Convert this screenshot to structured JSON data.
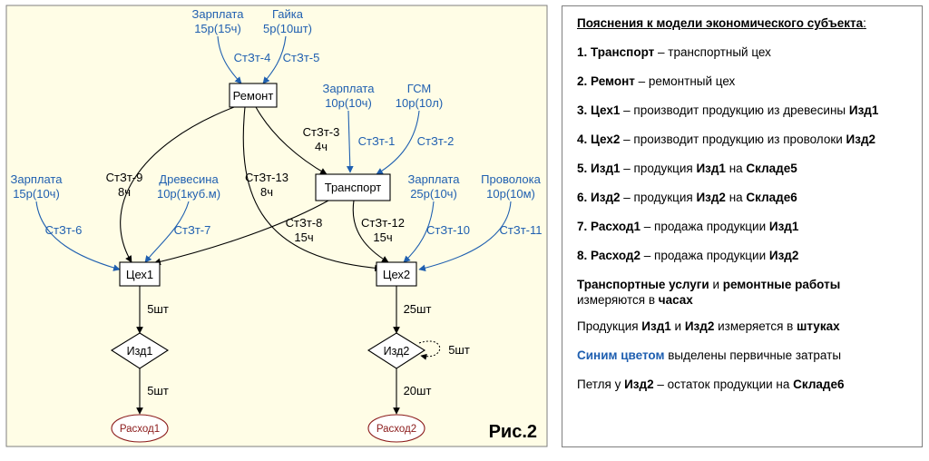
{
  "diagram": {
    "nodes": {
      "remont": "Ремонт",
      "transport": "Транспорт",
      "ceh1": "Цех1",
      "ceh2": "Цех2",
      "izd1": "Изд1",
      "izd2": "Изд2",
      "rashod1": "Расход1",
      "rashod2": "Расход2"
    },
    "primary": {
      "zp_remont": [
        "Зарплата",
        "15р(15ч)"
      ],
      "gaika": [
        "Гайка",
        "5р(10шт)"
      ],
      "zp_transport": [
        "Зарплата",
        "10р(10ч)"
      ],
      "gsm": [
        "ГСМ",
        "10р(10л)"
      ],
      "zp_ceh1": [
        "Зарплата",
        "15р(10ч)"
      ],
      "drevesina": [
        "Древесина",
        "10р(1куб.м)"
      ],
      "zp_ceh2": [
        "Зарплата",
        "25р(10ч)"
      ],
      "provoloka": [
        "Проволока",
        "10р(10м)"
      ]
    },
    "edges": {
      "st4": "СтЗт-4",
      "st5": "СтЗт-5",
      "st1": "СтЗт-1",
      "st2": "СтЗт-2",
      "st3": [
        "СтЗт-3",
        "4ч"
      ],
      "st9": [
        "СтЗт-9",
        "8ч"
      ],
      "st13": [
        "СтЗт-13",
        "8ч"
      ],
      "st6": "СтЗт-6",
      "st7": "СтЗт-7",
      "st8": [
        "СтЗт-8",
        "15ч"
      ],
      "st12": [
        "СтЗт-12",
        "15ч"
      ],
      "st10": "СтЗт-10",
      "st11": "СтЗт-11",
      "ceh1_izd1": "5шт",
      "izd1_rashod1": "5шт",
      "ceh2_izd2": "25шт",
      "izd2_loop": "5шт",
      "izd2_rashod2": "20шт"
    },
    "figure_label": "Рис.2"
  },
  "legend": {
    "title": "Пояснения к модели экономического субъекта",
    "title_suffix": ":",
    "items": [
      {
        "num": "1.",
        "term": "Транспорт",
        "text": " – транспортный цех"
      },
      {
        "num": "2.",
        "term": "Ремонт",
        "text": " – ремонтный цех"
      },
      {
        "num": "3.",
        "term": "Цех1",
        "text": " – производит продукцию из древесины ",
        "term2": "Изд1"
      },
      {
        "num": "4.",
        "term": "Цех2",
        "text": " – производит продукцию из проволоки ",
        "term2": "Изд2"
      },
      {
        "num": "5.",
        "term": "Изд1",
        "text": " – продукция ",
        "term2": "Изд1",
        "text2": " на ",
        "term3": "Складе5"
      },
      {
        "num": "6.",
        "term": "Изд2",
        "text": " – продукция ",
        "term2": "Изд2",
        "text2": " на ",
        "term3": "Складе6"
      },
      {
        "num": "7.",
        "term": "Расход1",
        "text": " – продажа продукции ",
        "term2": "Изд1"
      },
      {
        "num": "8.",
        "term": "Расход2",
        "text": " – продажа продукции ",
        "term2": "Изд2"
      }
    ],
    "note1": {
      "b1": "Транспортные услуги",
      "t1": " и ",
      "b2": "ремонтные работы",
      "t2": "измеряются в ",
      "b3": "часах"
    },
    "note2": {
      "t1": "Продукция ",
      "b1": "Изд1",
      "t2": " и ",
      "b2": "Изд2",
      "t3": " измеряется в ",
      "b3": "штуках"
    },
    "note3": {
      "blue": "Синим цветом",
      "t1": " выделены первичные затраты"
    },
    "note4": {
      "t1": "Петля у ",
      "b1": "Изд2",
      "t2": " – остаток продукции на ",
      "b2": "Складе6"
    }
  }
}
